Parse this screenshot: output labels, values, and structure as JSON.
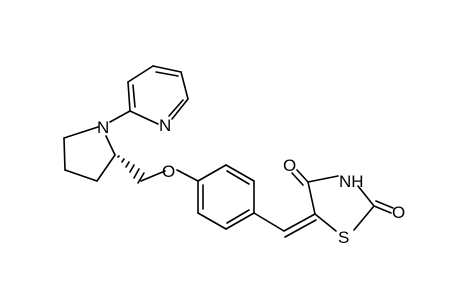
{
  "molecule": {
    "atom_labels": {
      "pyridine_n": "N",
      "pyrrolidine_n": "N",
      "ether_o": "O",
      "carbonyl_o_top": "O",
      "imide_nh": "NH",
      "carbonyl_o_right": "O",
      "thiazolidine_s": "S"
    },
    "stereo": {
      "pyrrolidine_c2_to_ch2": "hashed-wedge"
    },
    "double_bond_geometry": "E"
  },
  "colors": {
    "bond": "#000000",
    "label": "#000000",
    "background": "#ffffff"
  }
}
